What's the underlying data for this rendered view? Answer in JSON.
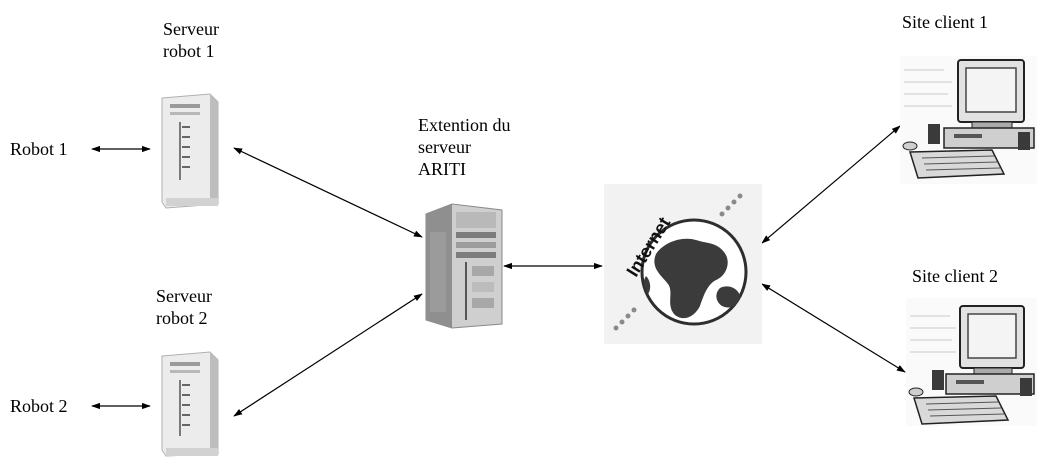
{
  "labels": {
    "serveur_robot_1": [
      "Serveur",
      "robot 1"
    ],
    "serveur_robot_2": [
      "Serveur",
      "robot 2"
    ],
    "robot_1": "Robot 1",
    "robot_2": "Robot 2",
    "extention": [
      "Extention du",
      "serveur",
      "ARITI"
    ],
    "site_client_1": "Site client 1",
    "site_client_2": "Site client 2",
    "internet": "Internet"
  },
  "icons": {
    "server": "tower-server-icon",
    "globe": "internet-globe-icon",
    "client": "desktop-computer-icon"
  },
  "colors": {
    "line": "#000000",
    "server_fill": "#e6e6e6",
    "server_shade": "#9a9a9a",
    "globe_dark": "#3b3b3b",
    "background": "#ffffff"
  }
}
